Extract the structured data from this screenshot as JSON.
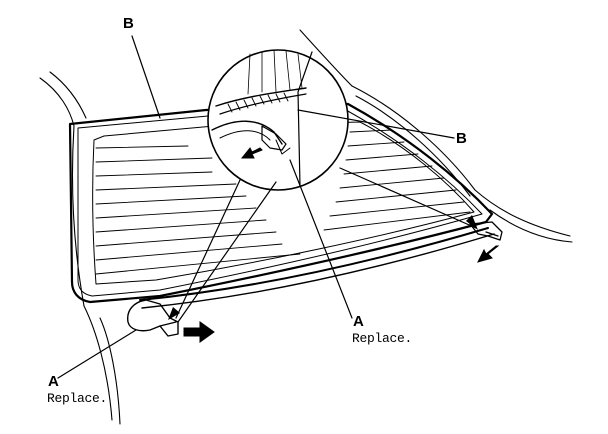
{
  "labels": {
    "b_top": "B",
    "b_right": "B",
    "a_center": "A",
    "a_center_note": "Replace.",
    "a_left": "A",
    "a_left_note": "Replace."
  },
  "colors": {
    "ink": "#000000",
    "paper": "#ffffff"
  },
  "icons": [
    "arrow-right-icon",
    "arrow-down-left-icon",
    "arrow-left-icon"
  ]
}
